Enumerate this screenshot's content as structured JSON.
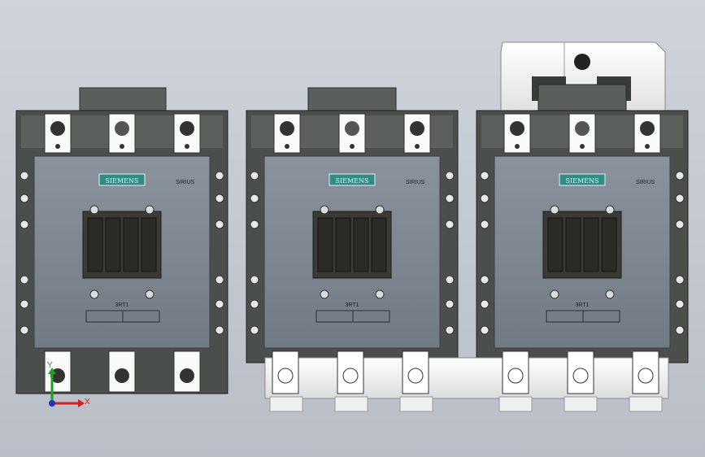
{
  "contactors": [
    {
      "brand": "SIEMENS",
      "series": "SIRIUS",
      "model": "3RT1",
      "variant": "single"
    },
    {
      "brand": "SIEMENS",
      "series": "SIRIUS",
      "model": "3RT1",
      "variant": "busbar-bottom"
    },
    {
      "brand": "SIEMENS",
      "series": "SIRIUS",
      "model": "3RT1",
      "variant": "busbar-top-bottom"
    }
  ],
  "axes": {
    "x_label": "X",
    "y_label": "Y"
  },
  "colors": {
    "background": "#c8ccd4",
    "housing": "#4a4f4b",
    "front_panel": "#7e8692",
    "terminal_block": "#3b3a34",
    "busbar": "#f2f2f2",
    "logo_plate": "#2f8c86"
  }
}
